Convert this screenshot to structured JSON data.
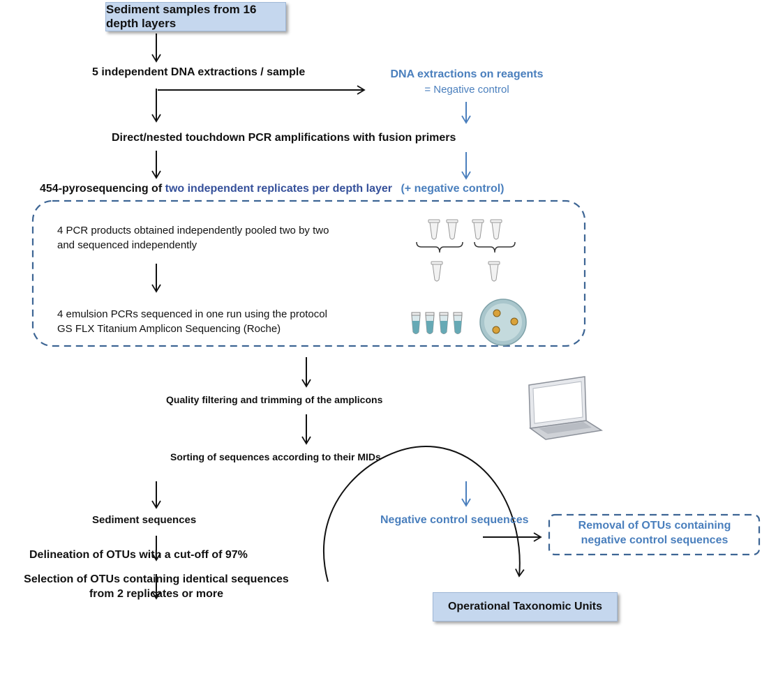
{
  "top_box": "Sediment samples from 16 depth layers",
  "step_extractions": "5 independent DNA extractions / sample",
  "control_extractions": {
    "title": "DNA extractions on reagents",
    "subtitle": "= Negative control"
  },
  "step_pcr": "Direct/nested touchdown PCR amplifications with fusion primers",
  "pyro": {
    "prefix": "454-pyrosequencing of",
    "highlight": "two independent replicates per depth layer",
    "control": "(+ negative control)"
  },
  "dashed_box": {
    "line1": "4 PCR products obtained independently pooled two by two",
    "line2": "and sequenced independently",
    "line3": "4 emulsion PCRs sequenced in one run using the protocol",
    "line4": "GS FLX Titanium Amplicon Sequencing (Roche)"
  },
  "step_quality": "Quality  filtering and trimming of the amplicons",
  "step_sorting": "Sorting of sequences according to their MIDs",
  "sediment_sequences": "Sediment sequences",
  "negative_sequences": "Negative control sequences",
  "removal": {
    "line1": "Removal of OTUs containing",
    "line2": "negative control sequences"
  },
  "delineation": "Delineation of OTUs with a cut-off of 97%",
  "selection": {
    "line1": "Selection of OTUs containing identical sequences",
    "line2": "from 2 replicates or more"
  },
  "bottom_box": "Operational Taxonomic Units",
  "colors": {
    "control_blue": "#4a7fbd",
    "replicate_navy": "#35509a",
    "box_fill": "#c5d7ee",
    "dashed_border": "#3d6594"
  },
  "icons": [
    "pcr-tube-icon",
    "emulsion-tube-icon",
    "picotiter-plate-icon",
    "laptop-icon"
  ]
}
